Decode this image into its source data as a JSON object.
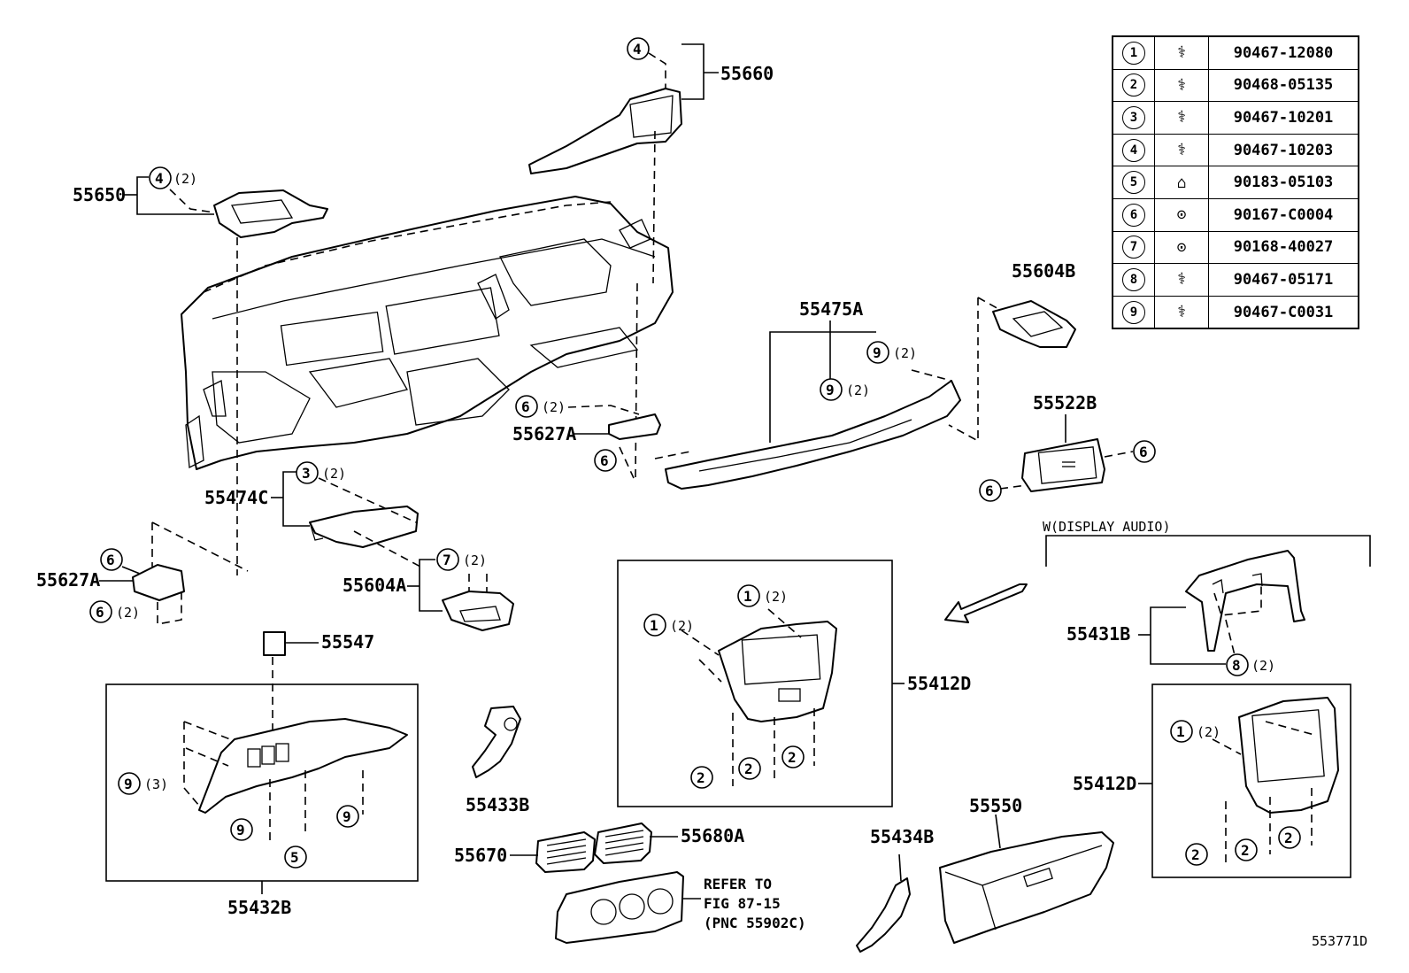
{
  "parts": {
    "p55660": "55660",
    "p55650": "55650",
    "p55604B": "55604B",
    "p55475A": "55475A",
    "p55522B": "55522B",
    "p55627A_top": "55627A",
    "p55474C": "55474C",
    "p55627A_left": "55627A",
    "p55604A": "55604A",
    "p55547": "55547",
    "p55412D_mid": "55412D",
    "p55431B": "55431B",
    "p55412D_right": "55412D",
    "p55433B": "55433B",
    "p55432B": "55432B",
    "p55670": "55670",
    "p55680A": "55680A",
    "p55434B": "55434B",
    "p55550": "55550"
  },
  "callouts": {
    "c_4_55660": "4",
    "c_4_55650": "4",
    "q_4_55650": "(2)",
    "c_9a": "9",
    "q_9a": "(2)",
    "c_9b": "9",
    "q_9b": "(2)",
    "c_6_top": "6",
    "q_6_top": "(2)",
    "c_6_bot": "6",
    "c_6_522r": "6",
    "c_6_522l": "6",
    "c_3": "3",
    "q_3": "(2)",
    "c_6_left": "6",
    "c_6_left2": "6",
    "q_6_left2": "(2)",
    "c_7": "7",
    "q_7": "(2)",
    "c_1_mid_a": "1",
    "q_1_mid_a": "(2)",
    "c_1_mid_b": "1",
    "q_1_mid_b": "(2)",
    "c_2_mid_a": "2",
    "c_2_mid_b": "2",
    "c_2_mid_c": "2",
    "c_8": "8",
    "q_8": "(2)",
    "c_1_right": "1",
    "q_1_right": "(2)",
    "c_2_right_a": "2",
    "c_2_right_b": "2",
    "c_2_right_c": "2",
    "c_9_box_a": "9",
    "q_9_box_a": "(3)",
    "c_9_box_b": "9",
    "c_9_box_c": "9",
    "c_5_box": "5"
  },
  "notes": {
    "display_audio": "W(DISPLAY AUDIO)",
    "refer_line1": "REFER TO",
    "refer_line2": "FIG 87-15",
    "refer_line3": "(PNC 55902C)",
    "figure_id": "553771D"
  },
  "legend": [
    {
      "no": "1",
      "icon": "clip-icon",
      "part": "90467-12080"
    },
    {
      "no": "2",
      "icon": "clip-icon",
      "part": "90468-05135"
    },
    {
      "no": "3",
      "icon": "clip-icon",
      "part": "90467-10201"
    },
    {
      "no": "4",
      "icon": "clip-icon",
      "part": "90467-10203"
    },
    {
      "no": "5",
      "icon": "nut-icon",
      "part": "90183-05103"
    },
    {
      "no": "6",
      "icon": "screw-icon",
      "part": "90167-C0004"
    },
    {
      "no": "7",
      "icon": "screw-icon",
      "part": "90168-40027"
    },
    {
      "no": "8",
      "icon": "clip-icon",
      "part": "90467-05171"
    },
    {
      "no": "9",
      "icon": "clip-icon",
      "part": "90467-C0031"
    }
  ]
}
